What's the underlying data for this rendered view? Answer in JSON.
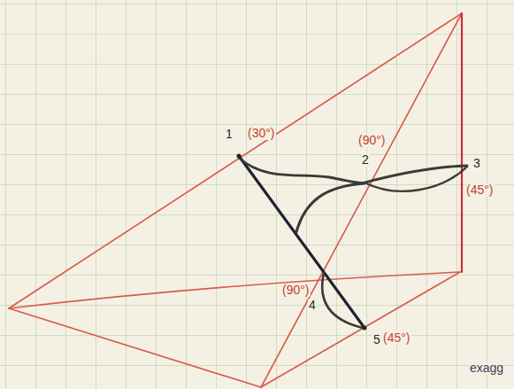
{
  "diagram": {
    "labels": [
      "1",
      "(30°)",
      "(90°)",
      "2",
      "3",
      "(45°)",
      "(90°)",
      "4",
      "5",
      "(45°)",
      "exagg"
    ]
  }
}
